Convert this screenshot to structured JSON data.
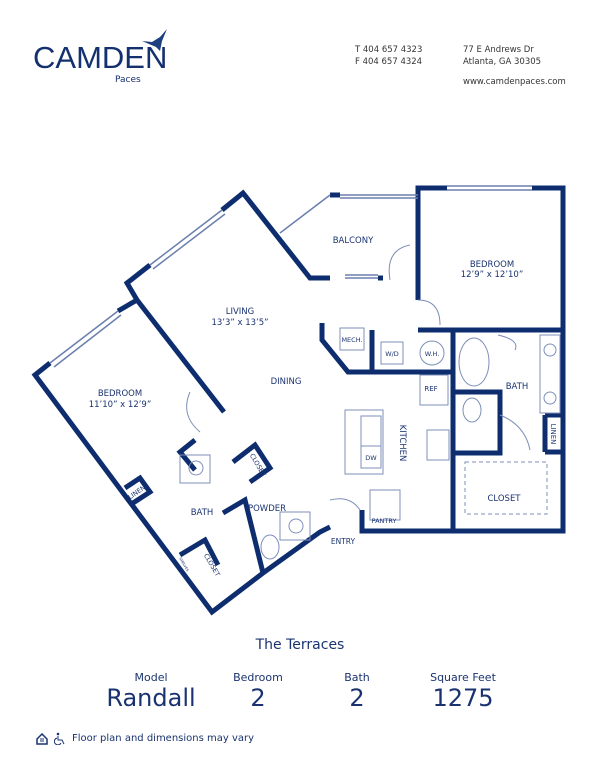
{
  "header": {
    "brand": "CAMDEN",
    "community": "Paces",
    "phone": "T 404 657 4323",
    "fax": "F 404 657 4324",
    "address_line1": "77 E Andrews Dr",
    "address_line2": "Atlanta, GA 30305",
    "website": "www.camdenpaces.com"
  },
  "plan": {
    "rooms": {
      "balcony": "BALCONY",
      "bedroom1": "BEDROOM",
      "bedroom1_dim": "12’9” x 12’10”",
      "living": "LIVING",
      "living_dim": "13’3” x 13’5”",
      "dining": "DINING",
      "bedroom2": "BEDROOM",
      "bedroom2_dim": "11’10” x 12’9”",
      "mech": "MECH.",
      "wd": "W/D",
      "wh": "W.H.",
      "ref": "REF",
      "bath1": "BATH",
      "kitchen": "KITCHEN",
      "dw": "DW",
      "linen1": "LINEN",
      "closet1": "CLOSET",
      "pantry": "PANTRY",
      "entry": "ENTRY",
      "closet2": "CLOSET",
      "linen2": "LINEN",
      "bath2": "BATH",
      "powder": "POWDER",
      "closet3": "CLOSET",
      "shelves": "SHELVES"
    },
    "wall_color": "#0e2d6e"
  },
  "section": "The Terraces",
  "stats": [
    {
      "label": "Model",
      "value": "Randall"
    },
    {
      "label": "Bedroom",
      "value": "2"
    },
    {
      "label": "Bath",
      "value": "2"
    },
    {
      "label": "Square Feet",
      "value": "1275"
    }
  ],
  "footer": {
    "disclaimer": "Floor plan and dimensions may vary",
    "icons": [
      "equal-housing-icon",
      "accessibility-icon"
    ]
  }
}
